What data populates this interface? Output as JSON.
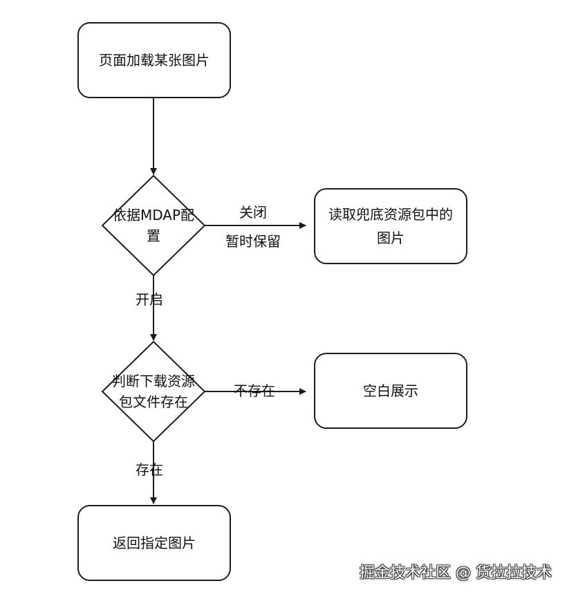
{
  "flow": {
    "start": "页面加载某张图片",
    "decision_mdap": "依据MDAP配\n置",
    "edge_off_line1": "关闭",
    "edge_off_line2": "暂时保留",
    "fallback": "读取兜底资源包中的\n图片",
    "edge_on": "开启",
    "decision_exists": "判断下载资源\n包文件存在",
    "edge_not_exist": "不存在",
    "blank": "空白展示",
    "edge_exist": "存在",
    "return": "返回指定图片"
  },
  "footer": {
    "text": "掘金技术社区 @ 货拉拉技术"
  },
  "colors": {
    "stroke": "#1b1b1b",
    "background": "#ffffff",
    "text": "#111111"
  }
}
